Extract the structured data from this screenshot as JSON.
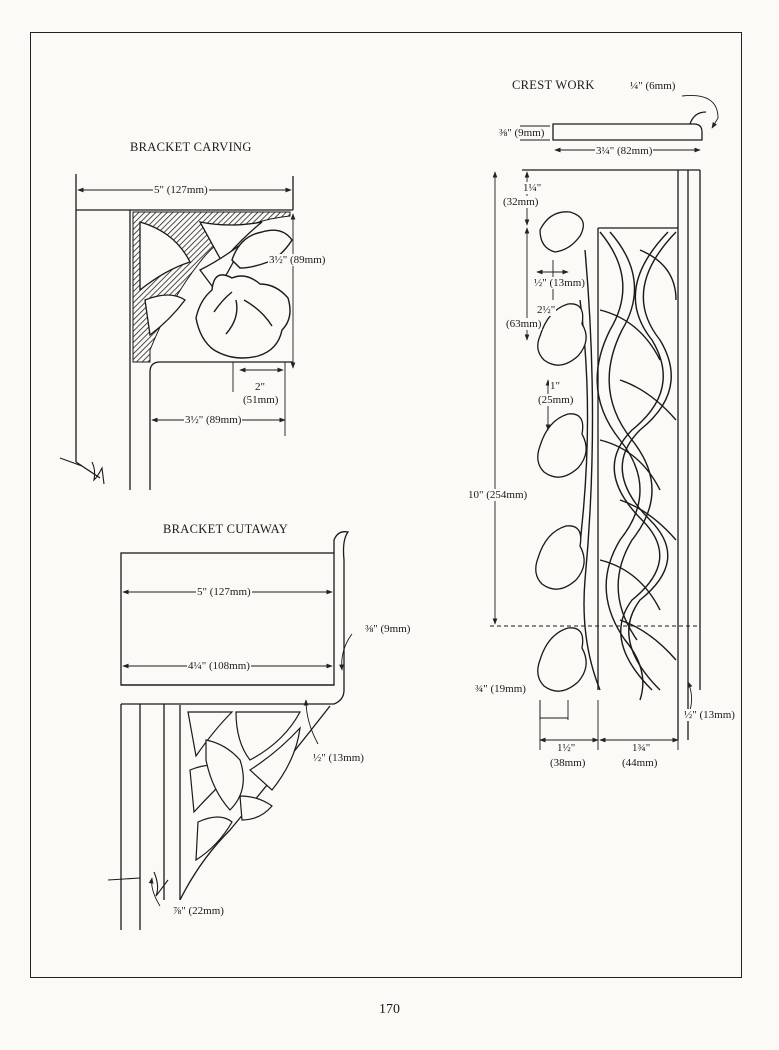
{
  "page": {
    "number": "170"
  },
  "bracket_carving": {
    "title": "BRACKET CARVING",
    "dims": {
      "width_top": "5\" (127mm)",
      "height": "3½\" (89mm)",
      "depth_inner_a": "2\"",
      "depth_inner_b": "(51mm)",
      "width_bottom": "3½\" (89mm)"
    }
  },
  "bracket_cutaway": {
    "title": "BRACKET CUTAWAY",
    "dims": {
      "width_outer": "5\" (127mm)",
      "width_inner": "4¼\" (108mm)",
      "thickness_top": "⅜\" (9mm)",
      "thickness_side": "½\" (13mm)",
      "thickness_bottom": "⅞\" (22mm)"
    }
  },
  "crest_work": {
    "title": "CREST WORK",
    "dims": {
      "top_radius": "¼\" (6mm)",
      "top_thickness": "⅜\" (9mm)",
      "top_width": "3¼\" (82mm)",
      "gap_top_a": "1¼\"",
      "gap_top_b": "(32mm)",
      "small_a": "½\" (13mm)",
      "spacing_a": "2½\"",
      "spacing_b": "(63mm)",
      "offset_a": "1\"",
      "offset_b": "(25mm)",
      "total_height": "10\" (254mm)",
      "leaf_depth": "¾\" (19mm)",
      "bottom_left_a": "1½\"",
      "bottom_left_b": "(38mm)",
      "bottom_right_a": "1¾\"",
      "bottom_right_b": "(44mm)",
      "side_thickness": "½\" (13mm)"
    }
  }
}
